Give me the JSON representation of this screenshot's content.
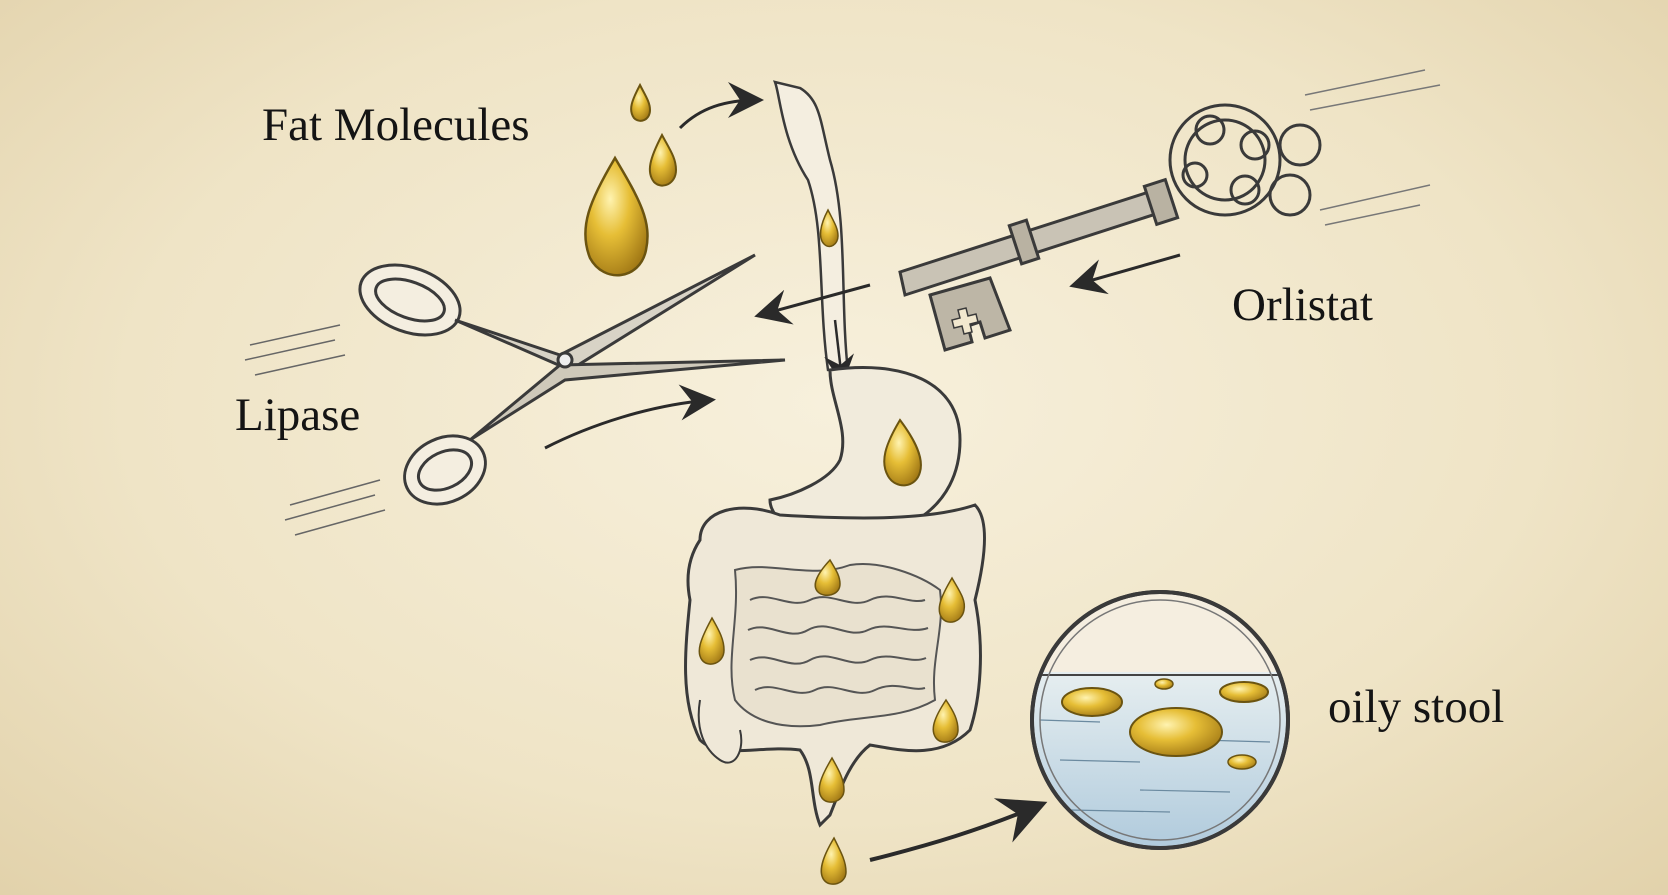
{
  "labels": {
    "fat_molecules": "Fat Molecules",
    "orlistat": "Orlistat",
    "lipase": "Lipase",
    "oily_stool": "oily stool"
  },
  "colors": {
    "background": "#f2e8cf",
    "ink": "#2a2a2a",
    "fat_gold": "#e0b830",
    "fat_gold_dark": "#a8801a",
    "water": "#c9dbe6",
    "metal": "#b8b2a4"
  }
}
